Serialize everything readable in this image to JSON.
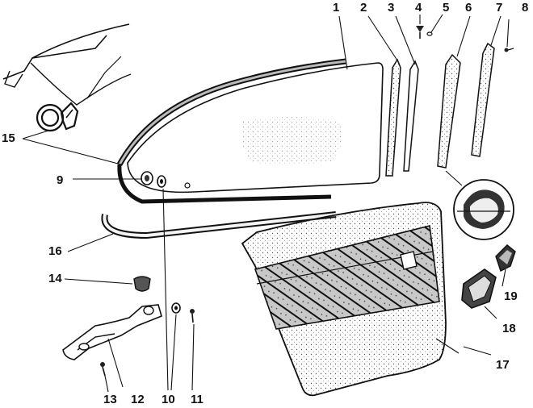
{
  "colors": {
    "ink": "#111111",
    "paper": "#ffffff",
    "stipple": "#555555"
  },
  "callouts": [
    "1",
    "2",
    "3",
    "4",
    "5",
    "6",
    "7",
    "8",
    "9",
    "10",
    "11",
    "12",
    "13",
    "14",
    "15",
    "16",
    "17",
    "18",
    "19"
  ]
}
